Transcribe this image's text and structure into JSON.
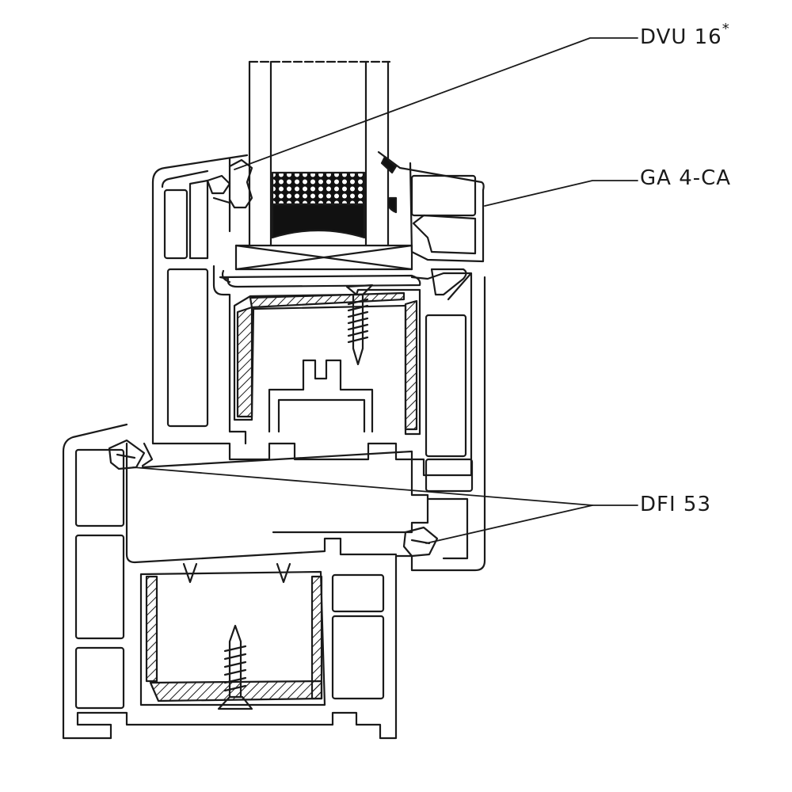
{
  "labels": {
    "dvu": {
      "text": "DVU 16",
      "suffix": "*"
    },
    "ga": {
      "text": "GA 4-CA"
    },
    "dfi": {
      "text": "DFI 53"
    }
  },
  "colors": {
    "line": "#1a1a1a",
    "background": "#ffffff",
    "fill_dark": "#111111"
  }
}
